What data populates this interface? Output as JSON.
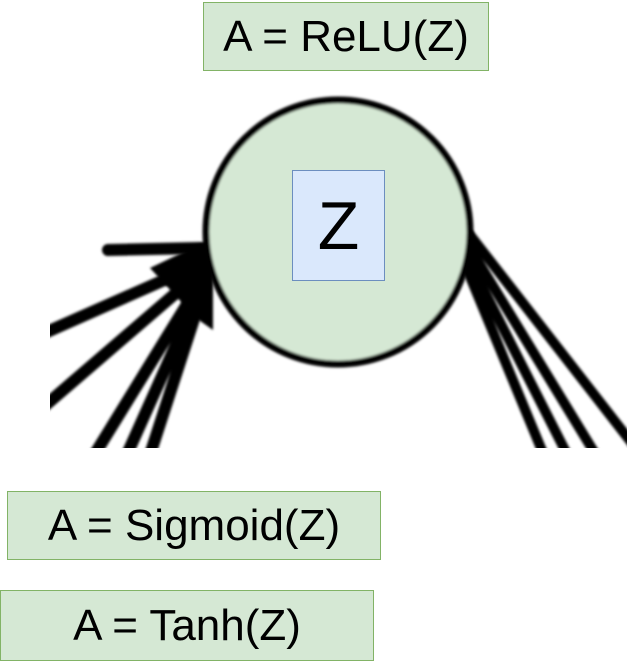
{
  "neuron": {
    "input_label": "Z"
  },
  "activations": {
    "relu": "A = ReLU(Z)",
    "sigmoid": "A = Sigmoid(Z)",
    "tanh": "A = Tanh(Z)"
  },
  "colors": {
    "label_fill": "#d5e8d4",
    "label_border": "#82b366",
    "neuron_fill": "#d5e8d4",
    "neuron_stroke": "#000000",
    "z_fill": "#dae8fc",
    "z_border": "#6c8ebf"
  }
}
